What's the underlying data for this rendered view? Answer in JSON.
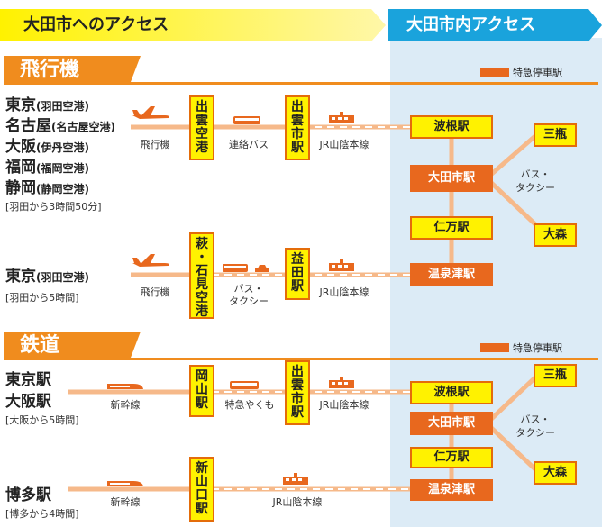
{
  "header": {
    "left_title": "大田市へのアクセス",
    "right_title": "大田市内アクセス"
  },
  "legend": {
    "label": "特急停車駅"
  },
  "air": {
    "title": "飛行機",
    "route1": {
      "origins": [
        {
          "city": "東京",
          "airport": "(羽田空港)"
        },
        {
          "city": "名古屋",
          "airport": "(名古屋空港)"
        },
        {
          "city": "大阪",
          "airport": "(伊丹空港)"
        },
        {
          "city": "福岡",
          "airport": "(福岡空港)"
        },
        {
          "city": "静岡",
          "airport": "(静岡空港)"
        }
      ],
      "note": "[羽田から3時間50分]",
      "mode_plane": "飛行機",
      "hub": [
        "出",
        "雲",
        "空",
        "港"
      ],
      "mode_bus": "連絡バス",
      "station": [
        "出",
        "雲",
        "市",
        "駅"
      ],
      "mode_rail": "JR山陰本線"
    },
    "route2": {
      "origin_city": "東京",
      "origin_airport": "(羽田空港)",
      "note": "[羽田から5時間]",
      "mode_plane": "飛行機",
      "hub": [
        "萩",
        "・",
        "石",
        "見",
        "空",
        "港"
      ],
      "mode_bus1": "バス・",
      "mode_bus2": "タクシー",
      "station": [
        "益",
        "田",
        "駅"
      ],
      "mode_rail": "JR山陰本線"
    },
    "local": {
      "hane": "波根駅",
      "oda": "大田市駅",
      "nima": "仁万駅",
      "yunotsu": "温泉津駅",
      "sanbe": "三瓶",
      "omori": "大森",
      "transfer1": "バス・",
      "transfer2": "タクシー"
    }
  },
  "rail": {
    "title": "鉄道",
    "route1": {
      "origins": [
        "東京駅",
        "大阪駅"
      ],
      "note": "[大阪から5時間]",
      "mode_shinkansen": "新幹線",
      "hub": [
        "岡",
        "山",
        "駅"
      ],
      "mode_express": "特急やくも",
      "station": [
        "出",
        "雲",
        "市",
        "駅"
      ],
      "mode_rail": "JR山陰本線"
    },
    "route2": {
      "origin": "博多駅",
      "note": "[博多から4時間]",
      "mode_shinkansen": "新幹線",
      "hub": [
        "新",
        "山",
        "口",
        "駅"
      ],
      "mode_rail": "JR山陰本線"
    },
    "local": {
      "hane": "波根駅",
      "oda": "大田市駅",
      "nima": "仁万駅",
      "yunotsu": "温泉津駅",
      "sanbe": "三瓶",
      "omori": "大森",
      "transfer1": "バス・",
      "transfer2": "タクシー"
    }
  },
  "colors": {
    "orange": "#f08c1e",
    "dark_orange": "#e8681e",
    "yellow": "#fff200",
    "blue": "#1aa3dc",
    "light_blue": "#dcebf6"
  },
  "icons": [
    "airplane-icon",
    "bus-icon",
    "train-icon",
    "taxi-icon",
    "shinkansen-icon"
  ]
}
